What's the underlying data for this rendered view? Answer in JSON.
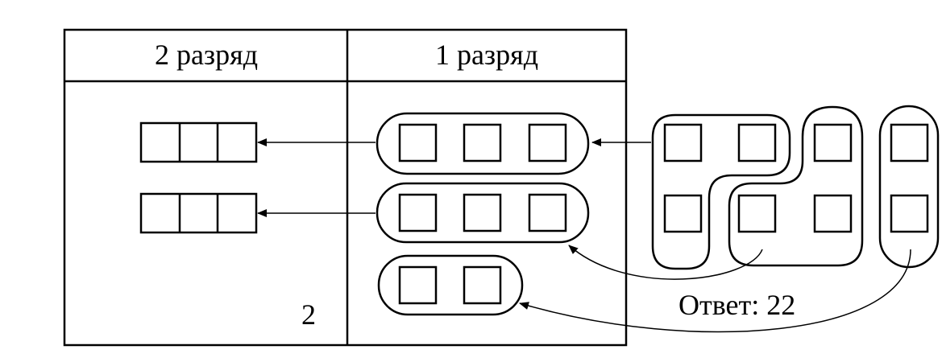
{
  "table": {
    "col_left_header": "2 разряд",
    "col_right_header": "1 разряд",
    "left_cell_number": "2"
  },
  "answer": {
    "label": "Ответ: 22"
  }
}
